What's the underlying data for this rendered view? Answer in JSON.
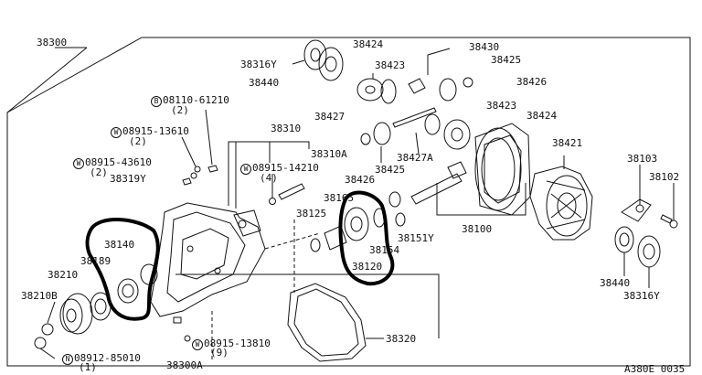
{
  "labels": {
    "assembly": "38300",
    "carrier": "38310",
    "carrier_sub": "38310A",
    "bolt_61210": "08110-61210",
    "bolt_61210_qty": "(2)",
    "bolt_61210_pfx": "B",
    "washer_13610": "08915-13610",
    "washer_13610_qty": "(2)",
    "washer_13610_pfx": "W",
    "washer_43610": "08915-43610",
    "washer_43610_qty": "(2)",
    "washer_43610_pfx": "W",
    "plug_38319y": "38319Y",
    "washer_14210": "08915-14210",
    "washer_14210_qty": "(4)",
    "washer_14210_pfx": "W",
    "oil_seal": "38140",
    "part_38189": "38189",
    "flange": "38210",
    "flange_b": "38210B",
    "nut_85010": "08912-85010",
    "nut_85010_qty": "(1)",
    "nut_85010_pfx": "N",
    "plug_38300a": "38300A",
    "washer_13810": "08915-13810",
    "washer_13810_qty": "(9)",
    "washer_13810_pfx": "W",
    "gasket": "38320",
    "part_38165": "38165",
    "part_38125": "38125",
    "bearing_38120": "38120",
    "part_38154": "38154",
    "shim_38151y": "38151Y",
    "gear_set": "38100",
    "bearing_316y_top": "38316Y",
    "bearing_440_top": "38440",
    "gear_424_top": "38424",
    "gear_423_top": "38423",
    "part_38430": "38430",
    "gear_425_top": "38425",
    "washer_38426_top": "38426",
    "shaft_38427": "38427",
    "gear_423_mid": "38423",
    "gear_424_mid": "38424",
    "pin_38427a": "38427A",
    "washer_38426_mid": "38426",
    "gear_425_mid": "38425",
    "case_38421": "38421",
    "part_38103": "38103",
    "part_38102": "38102",
    "bearing_440_bot": "38440",
    "bearing_316y_bot": "38316Y",
    "diagram_code": "A380E 0035"
  },
  "colors": {
    "line": "#111111",
    "highlight": "#000000",
    "background": "#ffffff"
  }
}
